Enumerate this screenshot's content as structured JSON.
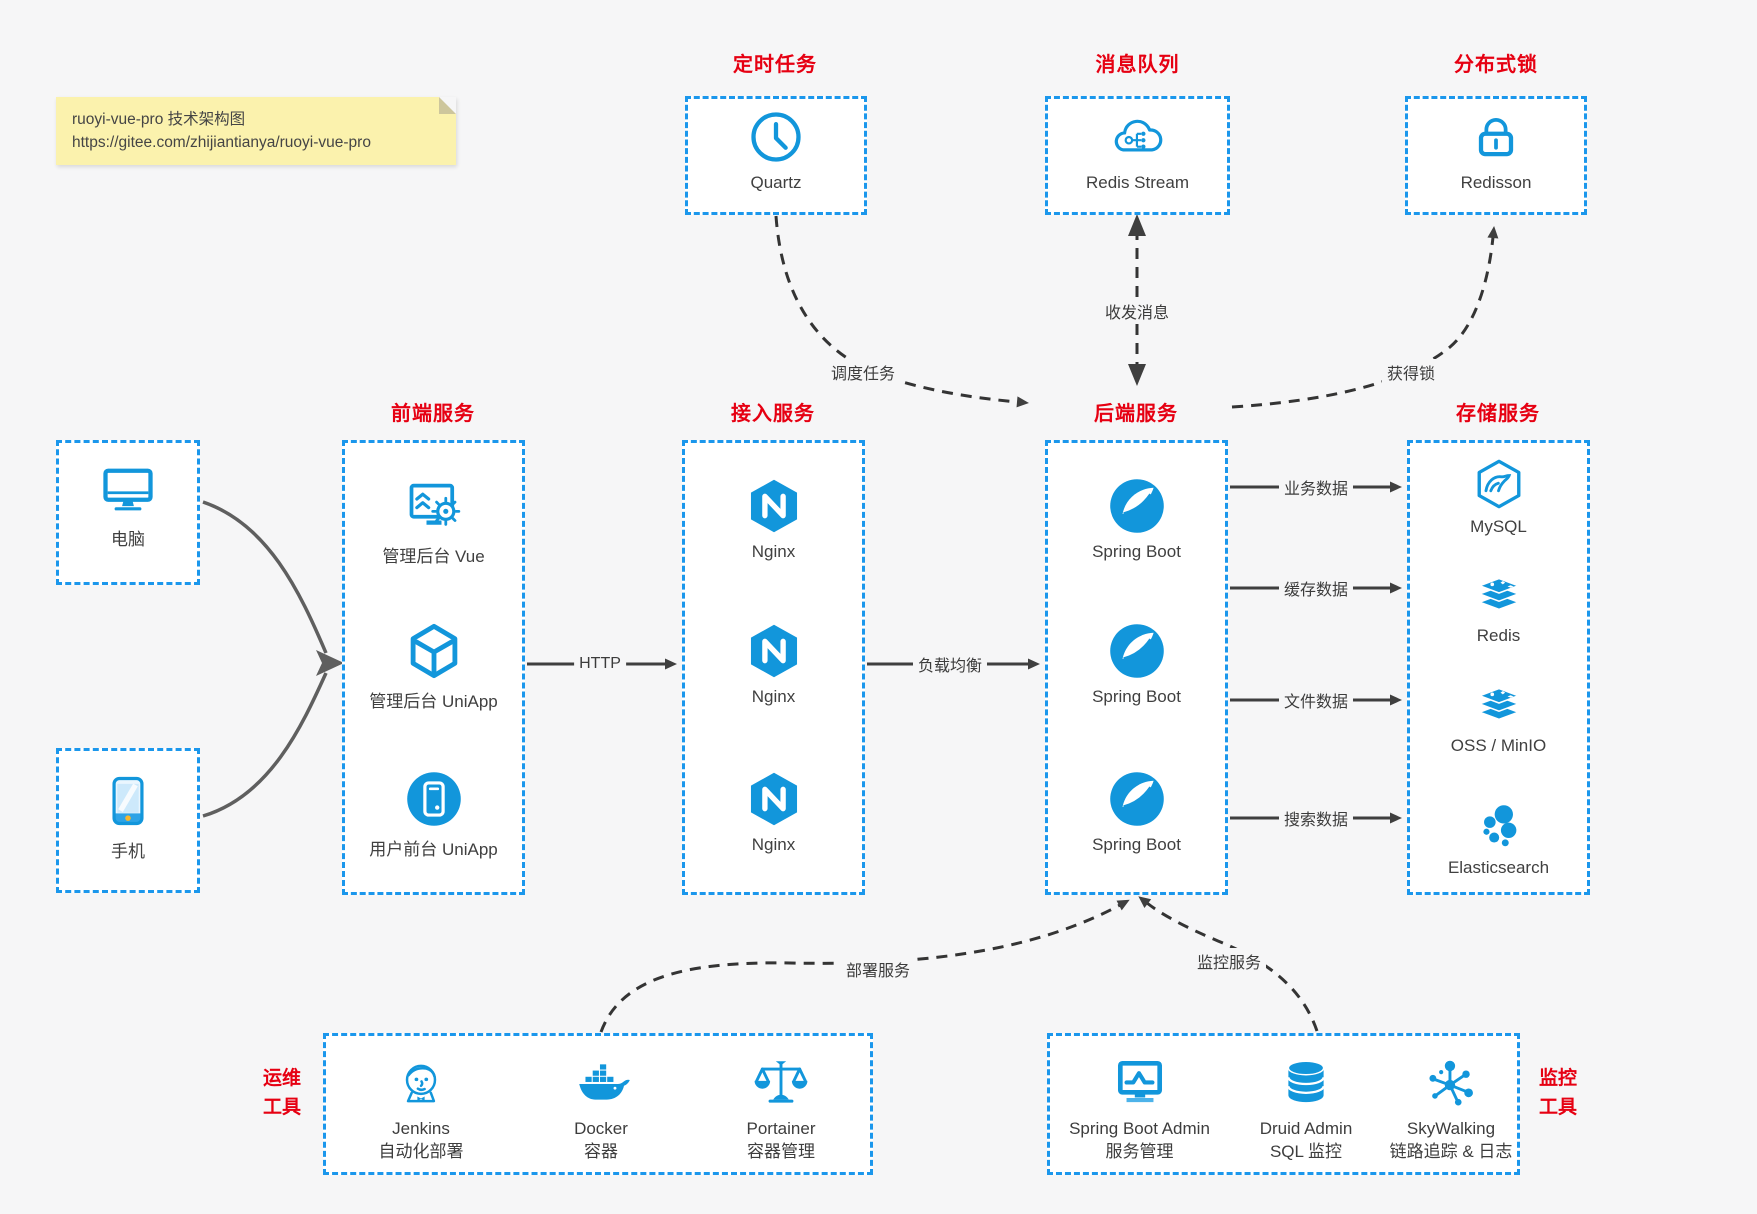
{
  "note": {
    "title": "ruoyi-vue-pro 技术架构图",
    "url": "https://gitee.com/zhijiantianya/ruoyi-vue-pro"
  },
  "top": {
    "scheduler": {
      "title": "定时任务",
      "item": "Quartz"
    },
    "mq": {
      "title": "消息队列",
      "item": "Redis Stream"
    },
    "lock": {
      "title": "分布式锁",
      "item": "Redisson"
    }
  },
  "clients": {
    "pc": "电脑",
    "mobile": "手机"
  },
  "frontend": {
    "title": "前端服务",
    "items": [
      "管理后台 Vue",
      "管理后台 UniApp",
      "用户前台 UniApp"
    ]
  },
  "gateway": {
    "title": "接入服务",
    "items": [
      "Nginx",
      "Nginx",
      "Nginx"
    ]
  },
  "backend": {
    "title": "后端服务",
    "items": [
      "Spring Boot",
      "Spring Boot",
      "Spring Boot"
    ]
  },
  "storage": {
    "title": "存储服务",
    "items": [
      "MySQL",
      "Redis",
      "OSS / MinIO",
      "Elasticsearch"
    ]
  },
  "edges": {
    "http": "HTTP",
    "load_balance": "负载均衡",
    "dispatch": "调度任务",
    "messages": "收发消息",
    "acquire_lock": "获得锁",
    "business_data": "业务数据",
    "cache_data": "缓存数据",
    "file_data": "文件数据",
    "search_data": "搜索数据",
    "deploy": "部署服务",
    "monitor": "监控服务"
  },
  "ops": {
    "label_line1": "运维",
    "label_line2": "工具",
    "items": [
      {
        "name": "Jenkins",
        "desc": "自动化部署"
      },
      {
        "name": "Docker",
        "desc": "容器"
      },
      {
        "name": "Portainer",
        "desc": "容器管理"
      }
    ]
  },
  "monitoring": {
    "label_line1": "监控",
    "label_line2": "工具",
    "items": [
      {
        "name": "Spring Boot Admin",
        "desc": "服务管理"
      },
      {
        "name": "Druid Admin",
        "desc": "SQL 监控"
      },
      {
        "name": "SkyWalking",
        "desc": "链路追踪 & 日志"
      }
    ]
  },
  "colors": {
    "accent_blue": "#1296db",
    "border_blue": "#1b97ec",
    "title_red": "#e60012",
    "arrow_dark": "#3f3f3f",
    "note_bg": "#fbf2ad",
    "background": "#f6f6f7"
  }
}
